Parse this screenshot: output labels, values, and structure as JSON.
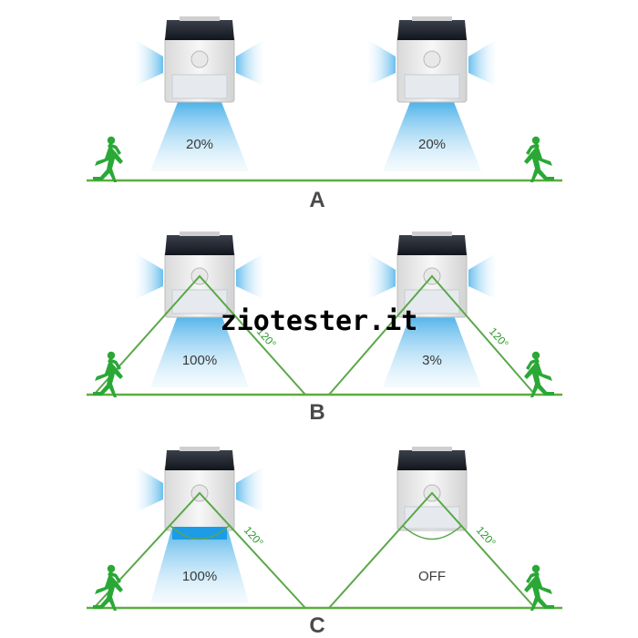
{
  "panels": [
    {
      "letter": "A",
      "left": {
        "level": "20%"
      },
      "right": {
        "level": "20%"
      }
    },
    {
      "letter": "B",
      "left": {
        "level": "100%",
        "angle": "120°"
      },
      "right": {
        "level": "3%",
        "angle": "120°"
      }
    },
    {
      "letter": "C",
      "left": {
        "level": "100%",
        "angle": "120°"
      },
      "right": {
        "level": "OFF",
        "angle": "120°"
      }
    }
  ],
  "watermark": "ziotester.it",
  "colors": {
    "ground": "#5cae3c",
    "runner": "#2aa836",
    "beam": "#7cc8f0",
    "cone_line": "#5aa84a",
    "lamp_body": "#f2f2f2",
    "solar_panel": "#1f2430"
  }
}
